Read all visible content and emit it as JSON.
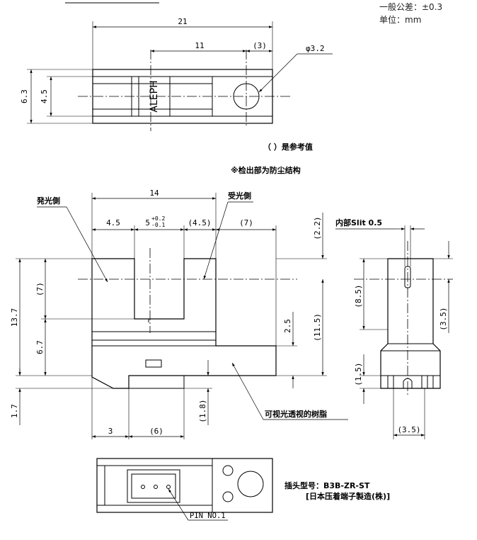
{
  "notes": {
    "tolerance": "一般公差：±0.3",
    "unit": "单位：mm",
    "reference_value": "（    ）是参考值",
    "detection_note": "※检出部为防尘结构"
  },
  "top_view": {
    "dim_width": "21",
    "dim_offset": "11",
    "dim_ref_3": "(3)",
    "dim_height_outer": "6.3",
    "dim_height_inner": "4.5",
    "hole_diameter": "φ3.2",
    "brand": "ALEPH"
  },
  "front_view": {
    "label_emitter": "発光側",
    "label_receiver": "受光側",
    "dim_14": "14",
    "dim_4_5": "4.5",
    "dim_slot_base": "5",
    "dim_slot_plus": "+0.2",
    "dim_slot_minus": "-0.1",
    "dim_4_5_ref": "(4.5)",
    "dim_7_ref": "(7)",
    "dim_2_2_ref": "(2.2)",
    "dim_13_7": "13.7",
    "dim_7_left_ref": "(7)",
    "dim_6_7": "6.7",
    "dim_1_7": "1.7",
    "dim_2_5": "2.5",
    "dim_11_5_ref": "(11.5)",
    "dim_1_8_ref": "(1.8)",
    "dim_3": "3",
    "dim_6_ref": "(6)",
    "label_resin": "可视光透视的树脂"
  },
  "side_view": {
    "slit_label": "内部Slit 0.5",
    "dim_8_5_ref": "(8.5)",
    "dim_3_5_ref_v": "(3.5)",
    "dim_1_5_ref": "(1.5)",
    "dim_3_5_ref_h": "(3.5)"
  },
  "bottom_view": {
    "connector_model": "插头型号：B3B-ZR-ST",
    "connector_maker": "[日本压着端子製造(株)]",
    "pin_label": "PIN NO.1"
  }
}
